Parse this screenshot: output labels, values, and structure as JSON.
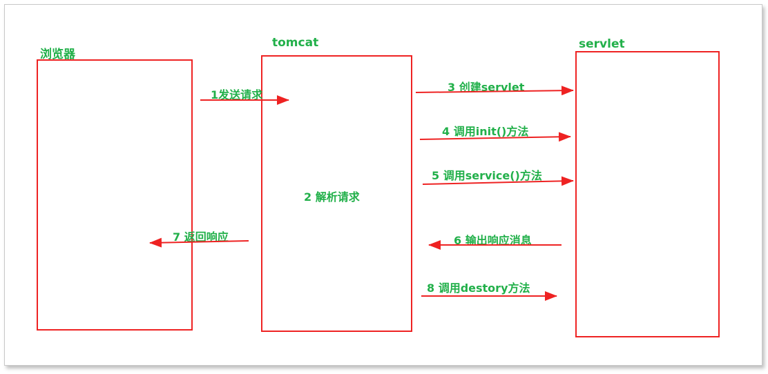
{
  "colors": {
    "box_border": "#ee2222",
    "arrow": "#ee2222",
    "text": "#22b04a"
  },
  "browser": {
    "title": "浏览器"
  },
  "tomcat": {
    "title": "tomcat",
    "inner_label": "2 解析请求"
  },
  "servlet": {
    "title": "servlet"
  },
  "steps": {
    "s1": "1发送请求",
    "s3": "3 创建servlet",
    "s4": "4 调用init()方法",
    "s5": "5 调用service()方法",
    "s6": "6 输出响应消息",
    "s7": "7 返回响应",
    "s8": "8 调用destory方法"
  }
}
